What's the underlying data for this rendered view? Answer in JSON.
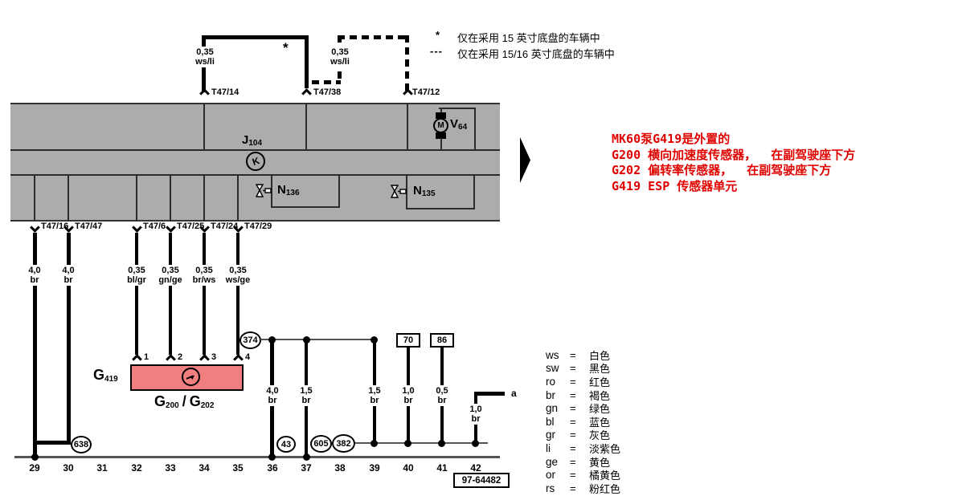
{
  "notes_top": {
    "star_symbol": "*",
    "star_text": "仅在采用 15 英寸底盘的车辆中",
    "dash_symbol": "---",
    "dash_text": "仅在采用 15/16 英寸底盘的车辆中"
  },
  "star_marker": "*",
  "top_terminals": [
    "T47/14",
    "T47/38",
    "T47/12"
  ],
  "top_wire_labels": [
    {
      "size": "0,35",
      "color": "ws/li"
    },
    {
      "size": "0,35",
      "color": "ws/li"
    }
  ],
  "band_terminals": [
    {
      "terminal": "T47/16",
      "size": "4,0",
      "color": "br"
    },
    {
      "terminal": "T47/47",
      "size": "4,0",
      "color": "br"
    },
    {
      "terminal": "T47/6",
      "size": "0,35",
      "color": "bl/gr"
    },
    {
      "terminal": "T47/25",
      "size": "0,35",
      "color": "gn/ge"
    },
    {
      "terminal": "T47/24",
      "size": "0,35",
      "color": "br/ws"
    },
    {
      "terminal": "T47/29",
      "size": "0,35",
      "color": "ws/ge"
    }
  ],
  "mid_wire_labels": [
    {
      "size": "4,0",
      "color": "br"
    },
    {
      "size": "1,5",
      "color": "br"
    },
    {
      "size": "1,5",
      "color": "br"
    },
    {
      "size": "1,0",
      "color": "br"
    },
    {
      "size": "0,5",
      "color": "br"
    },
    {
      "size": "1,0",
      "color": "br"
    }
  ],
  "components": {
    "j104": {
      "letter": "J",
      "sub": "104"
    },
    "relay_symbol": "K",
    "v64": {
      "letter": "V",
      "sub": "64",
      "motor": "M"
    },
    "n136": {
      "letter": "N",
      "sub": "136"
    },
    "n135": {
      "letter": "N",
      "sub": "135"
    },
    "g419": {
      "letter": "G",
      "sub": "419"
    },
    "g200": {
      "letter": "G",
      "sub": "200"
    },
    "g202": {
      "letter": "G",
      "sub": "202"
    },
    "slash": "/",
    "pins": [
      "1",
      "2",
      "3",
      "4"
    ]
  },
  "connectors": {
    "c374": "374",
    "c638": "638",
    "c43": "43",
    "c605": "605",
    "c382": "382",
    "b70": "70",
    "b86": "86",
    "a_label": "a"
  },
  "tracks": [
    "29",
    "30",
    "31",
    "32",
    "33",
    "34",
    "35",
    "36",
    "37",
    "38",
    "39",
    "40",
    "41",
    "42"
  ],
  "diagram_number": "97-64482",
  "red_notes": [
    "MK60泵G419是外置的",
    "G200 横向加速度传感器，  在副驾驶座下方",
    "G202 偏转率传感器，  在副驾驶座下方",
    "G419 ESP 传感器单元"
  ],
  "color_legend": {
    "equals": "=",
    "rows": [
      {
        "code": "ws",
        "name": "白色"
      },
      {
        "code": "sw",
        "name": "黑色"
      },
      {
        "code": "ro",
        "name": "红色"
      },
      {
        "code": "br",
        "name": "褐色"
      },
      {
        "code": "gn",
        "name": "绿色"
      },
      {
        "code": "bl",
        "name": "蓝色"
      },
      {
        "code": "gr",
        "name": "灰色"
      },
      {
        "code": "li",
        "name": "淡紫色"
      },
      {
        "code": "ge",
        "name": "黄色"
      },
      {
        "code": "or",
        "name": "橘黄色"
      },
      {
        "code": "rs",
        "name": "粉红色"
      }
    ]
  },
  "colors": {
    "band_gray": "#ACACAC",
    "component_pink": "#F08080",
    "note_red": "#E00000",
    "line_black": "#000000"
  }
}
